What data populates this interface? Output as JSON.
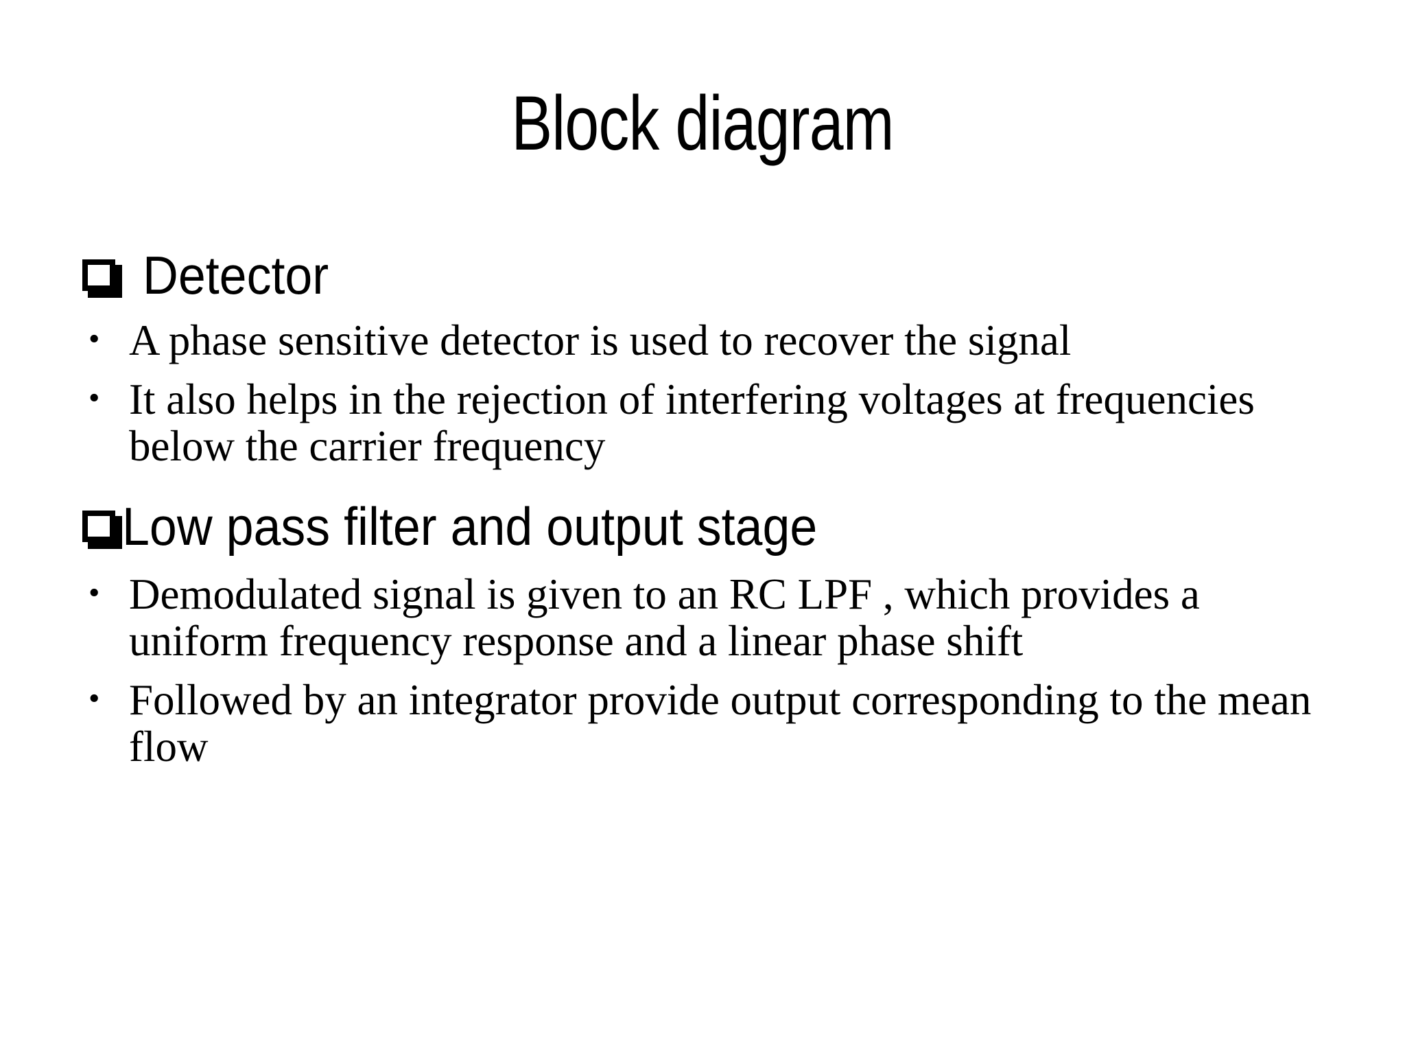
{
  "slide": {
    "title": "Block diagram",
    "background_color": "#FFFFFF",
    "text_color": "#000000",
    "box_bullet_glyph": "box-shadowed-square",
    "dot_bullet_glyph": "•"
  },
  "sections": [
    {
      "heading": "Detector",
      "bullets": [
        "A phase sensitive detector is used to recover the signal",
        "It also helps in the rejection of interfering voltages at frequencies below the carrier frequency"
      ]
    },
    {
      "heading": "Low pass filter and output stage",
      "bullets": [
        "Demodulated signal is given to an RC LPF , which provides a uniform frequency response and a linear phase shift",
        "Followed by an integrator provide output corresponding to the mean flow"
      ]
    }
  ],
  "bullet_marks": {
    "dot": "•"
  }
}
